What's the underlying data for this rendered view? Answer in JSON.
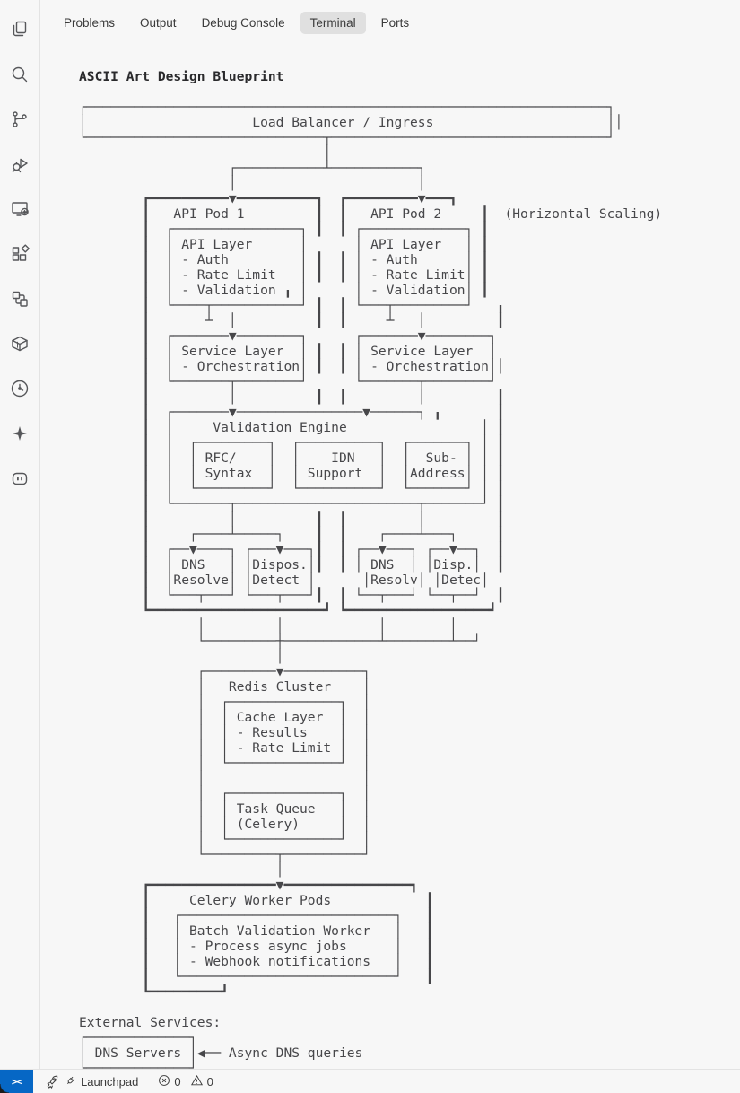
{
  "panel": {
    "tabs": [
      {
        "label": "Problems",
        "active": false
      },
      {
        "label": "Output",
        "active": false
      },
      {
        "label": "Debug Console",
        "active": false
      },
      {
        "label": "Terminal",
        "active": true
      },
      {
        "label": "Ports",
        "active": false
      }
    ]
  },
  "activity_bar": {
    "icons": [
      "explorer-icon",
      "search-icon",
      "source-control-icon",
      "run-debug-icon",
      "remote-explorer-icon",
      "extensions-icon",
      "symbols-icon",
      "container-icon",
      "timeline-icon",
      "sparkle-icon",
      "chat-robot-icon"
    ]
  },
  "terminal": {
    "title": "ASCII Art Design Blueprint",
    "art_lines": [
      "",
      "┌──────────────────────────────────────────────────────────────────┐",
      "│                     Load Balancer / Ingress                      ││",
      "└──────────────────────────────┬───────────────────────────────────┘",
      "                               │",
      "                   ┌───────────┴───────────┐",
      "                   │                       │",
      "        ┏━━━━━━━━━━▼━━━━━━━━━━┓  ┏━━━━━━━━━▼━━━┓",
      "        ┃   API Pod 1         ┃  ┃   API Pod 2     ┃  (Horizontal Scaling)",
      "        ┃  ┌────────────────┐ ┃  ┃ ┌─────────────┐ ┃",
      "        ┃  │ API Layer      │      │ API Layer   │ ┃",
      "        ┃  │ - Auth         │ ┃  ┃ │ - Auth      │ ┃",
      "        ┃  │ - Rate Limit   │ ┃  ┃ │ - Rate Limit│ ┃",
      "        ┃  │ - Validation ╻ │      │ - Validation│ ┃",
      "        ┃  └────┬───────────┘ ┃  ┃ └───┬─────────┘   ╻",
      "        ┃       ┴  │          ┃  ┃     ┴   │         ┃",
      "        ┃  ┌───────▼────────┐      ┌───────▼────────┐",
      "        ┃  │ Service Layer  │ ┃  ┃ │ Service Layer  │",
      "        ┃  │ - Orchestration│ ┃  ┃ │ - Orchestration││",
      "        ┃  └───────┬────────┘      └───────┬────────┘",
      "        ┃          │          ┃  ┃         │         ┃",
      "        ┃  ┌───────▼────────────────▼──────┐ ╻       ┃",
      "        ┃  │     Validation Engine                 │ ┃",
      "        ┃  │  ┌─────────┐  ┌──────────┐  ┌───────┐ │ ┃",
      "        ┃  │  │ RFC/    │  │    IDN   │  │  Sub- │ │ ┃",
      "        ┃  │  │ Syntax  │  │ Support  │  │Address│ │ ┃",
      "        ┃  │  └─────────┘  └──────────┘  └───────┘ │ ┃",
      "        ┃  └───────┬───────────────────────┬───────┘ ┃",
      "        ┃          │          ┃  ┃         │         ┃",
      "        ┃     ┌────┴─────┐    ┃  ┃    ┌────┴───┐     ┃",
      "        ┃  ┌──▼────┐ ┌───▼───┐┃  ┃ ┌──▼───┐ ┌──▼──┐  ┃",
      "        ┃  │ DNS   │ │Dispos.│┃  ┃ │ DNS  │ │Disp.│  ┃",
      "        ┃  │Resolve│ │Detect │      │Resolv│ │Detec│",
      "        ┃  └───┬───┘ └───┬───┘┃  ┃ └──┬───┘ └──┬──┘  ┃",
      "        ┗━━━━━━━━━━━━━━━━━━━━━━┛ ┗━━━━━━━━━━━━━━━━━━┛",
      "               │         │            │        │",
      "               └─────────┼────────────┴────────┴──┘",
      "                         │",
      "               ┌─────────▼──────────┐",
      "               │   Redis Cluster    │",
      "               │  ┌──────────────┐  │",
      "               │  │ Cache Layer  │  │",
      "               │  │ - Results    │  │",
      "               │  │ - Rate Limit │  │",
      "               │  └──────────────┘  │",
      "               │                    │",
      "               │  ┌──────────────┐  │",
      "               │  │ Task Queue   │  │",
      "               │  │ (Celery)     │  │",
      "               │  └──────────────┘  │",
      "               └─────────┬──────────┘",
      "                         │",
      "        ┏━━━━━━━━━━━━━━━━▼━━━━━━━━━━━━━━━━┓",
      "        ┃     Celery Worker Pods            ┃",
      "        ┃   ┌───────────────────────────┐   ┃",
      "        ┃   │ Batch Validation Worker   │   ┃",
      "        ┃   │ - Process async jobs      │   ┃",
      "        ┃   │ - Webhook notifications   │   ┃",
      "        ┃   └───────────────────────────┘   ┃",
      "        ┗━━━━━━━━━┛",
      "",
      "External Services:",
      "┌─────────────┐",
      "│ DNS Servers │◀── Async DNS queries",
      "└─────────────┘"
    ]
  },
  "status_bar": {
    "remote_indicator": "><",
    "launchpad_label": "Launchpad",
    "error_count": "0",
    "warning_count": "0"
  },
  "colors": {
    "accent_blue": "#0667c5",
    "panel_bg": "#f7f7f7",
    "active_tab_bg": "#e0e0e0",
    "text": "#3b3b3b"
  }
}
